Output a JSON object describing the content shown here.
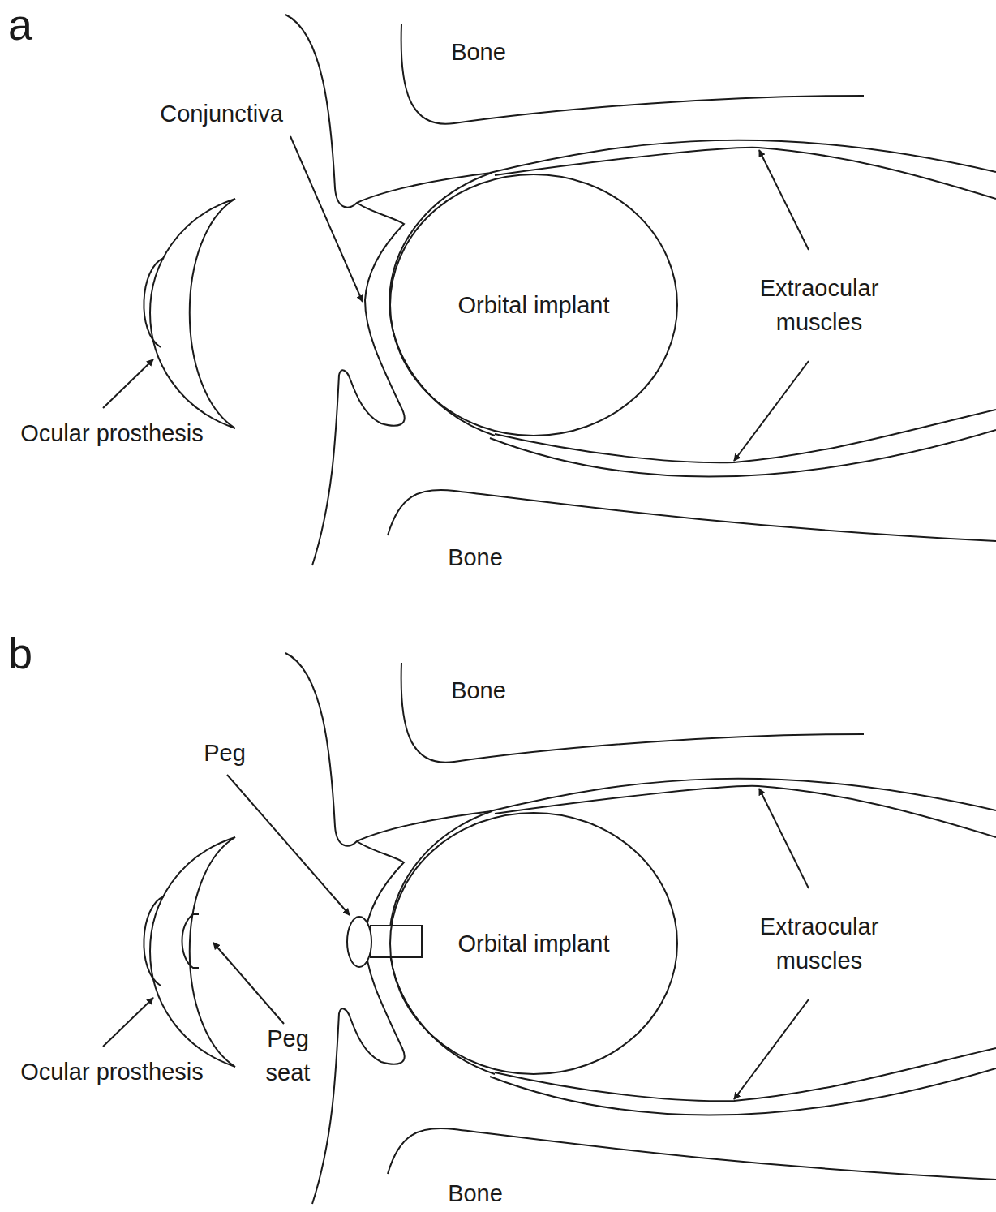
{
  "diagram": {
    "nodes": [
      {
        "text": [
          "Orbital implant"
        ]
      },
      {
        "text": [
          "Orbital implant"
        ]
      }
    ],
    "labels": [
      "a",
      "Bone",
      "Conjunctiva",
      "Extraocular muscles",
      "Ocular prosthesis",
      "Bone",
      "b",
      "Bone",
      "Peg",
      "Extraocular muscles",
      "Ocular prosthesis",
      "Peg seat",
      "Bone"
    ]
  }
}
